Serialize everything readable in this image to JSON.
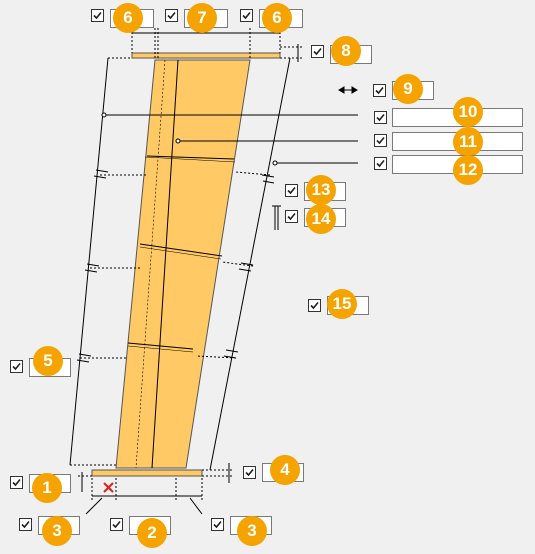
{
  "colors": {
    "panel_fill": "#ffc966",
    "badge": "#f5a300",
    "background": "#f0f0f0",
    "error_mark": "#e02020"
  },
  "controls": [
    {
      "id": "top-left-6",
      "badge": "6",
      "checked": true
    },
    {
      "id": "top-center-7",
      "badge": "7",
      "checked": true
    },
    {
      "id": "top-right-6",
      "badge": "6",
      "checked": true
    },
    {
      "id": "top-offset-8",
      "badge": "8",
      "checked": true
    },
    {
      "id": "horizontal-9",
      "badge": "9",
      "checked": true
    },
    {
      "id": "line-10",
      "badge": "10",
      "checked": true
    },
    {
      "id": "line-11",
      "badge": "11",
      "checked": true
    },
    {
      "id": "line-12",
      "badge": "12",
      "checked": true
    },
    {
      "id": "side-13",
      "badge": "13",
      "checked": true
    },
    {
      "id": "side-14",
      "badge": "14",
      "checked": true
    },
    {
      "id": "side-15",
      "badge": "15",
      "checked": true
    },
    {
      "id": "left-5",
      "badge": "5",
      "checked": true
    },
    {
      "id": "bottom-right-4",
      "badge": "4",
      "checked": true
    },
    {
      "id": "bottom-left-1",
      "badge": "1",
      "checked": true
    },
    {
      "id": "bottom-3-left",
      "badge": "3",
      "checked": true
    },
    {
      "id": "bottom-2",
      "badge": "2",
      "checked": true
    },
    {
      "id": "bottom-3-right",
      "badge": "3",
      "checked": true
    }
  ],
  "icons": {
    "horizontal_arrow": "double-arrow-icon",
    "vertical_marker": "vertical-dimension-icon",
    "error": "red-cross-icon"
  }
}
